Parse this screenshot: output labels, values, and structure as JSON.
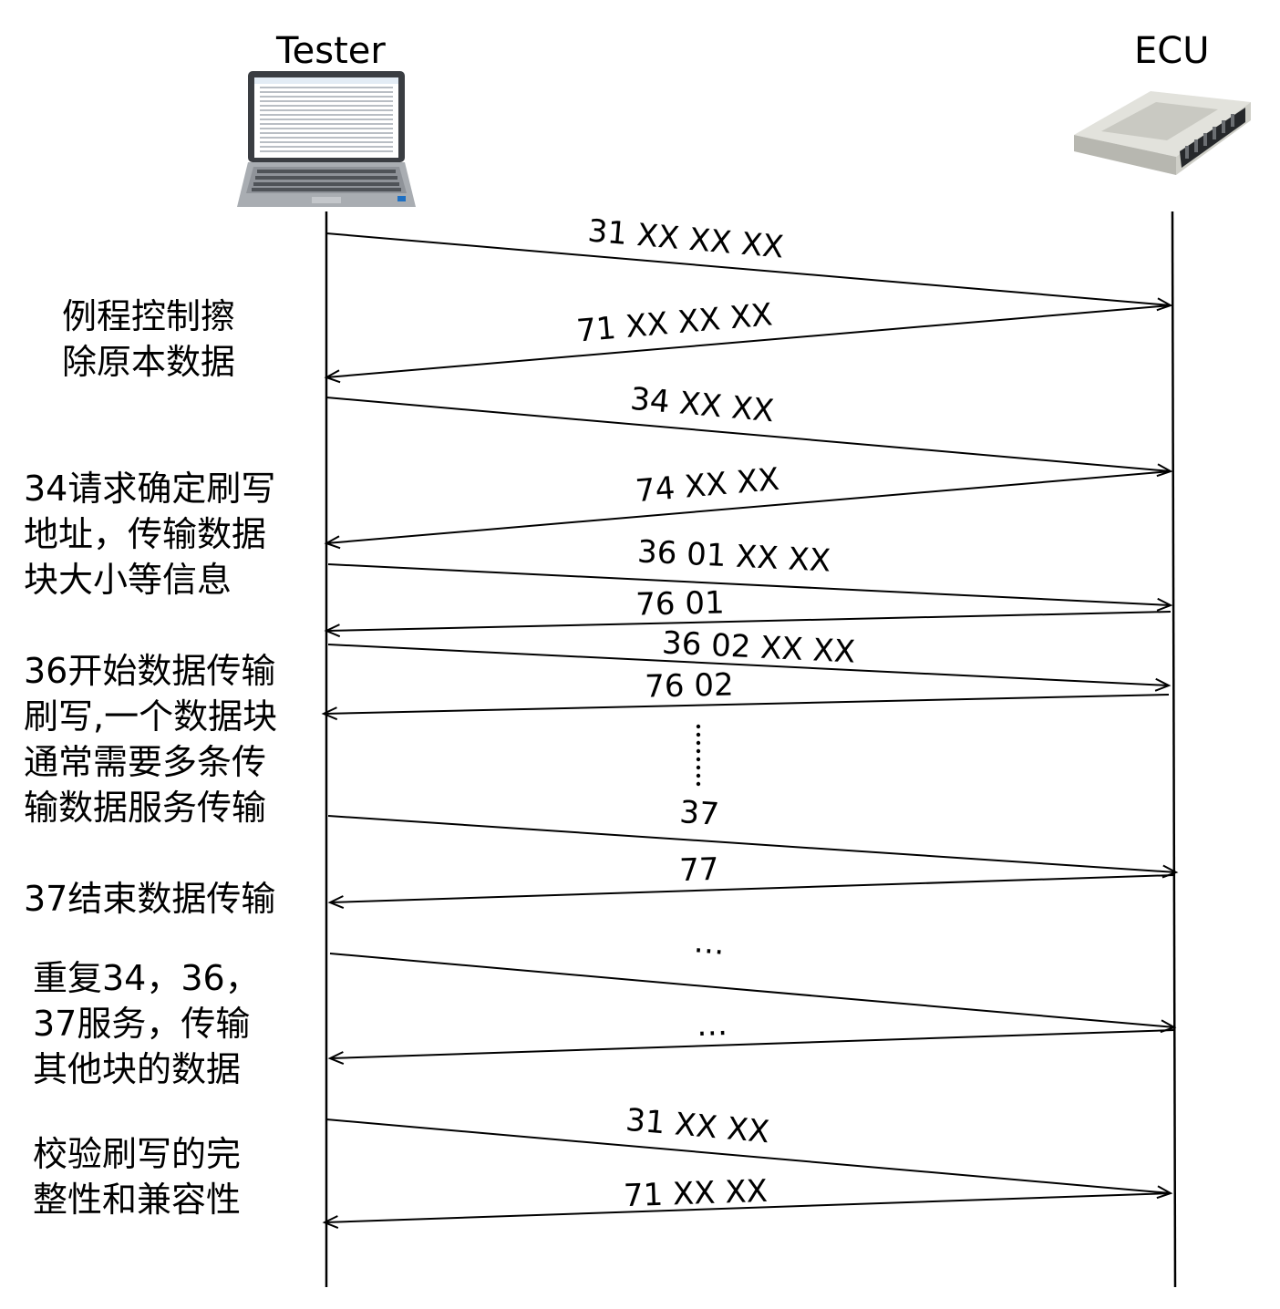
{
  "actors": {
    "tester": {
      "label": "Tester",
      "icon": "laptop-icon"
    },
    "ecu": {
      "label": "ECU",
      "icon": "ecu-module-icon"
    }
  },
  "notes": [
    {
      "lines": [
        "例程控制擦",
        "除原本数据"
      ]
    },
    {
      "lines": [
        "34请求确定刷写",
        "地址，传输数据",
        "块大小等信息"
      ]
    },
    {
      "lines": [
        "36开始数据传输",
        "刷写,一个数据块",
        "通常需要多条传",
        "输数据服务传输"
      ]
    },
    {
      "lines": [
        "37结束数据传输"
      ]
    },
    {
      "lines": [
        "重复34，36，",
        "37服务，传输",
        "其他块的数据"
      ]
    },
    {
      "lines": [
        "校验刷写的完",
        "整性和兼容性"
      ]
    }
  ],
  "messages": [
    {
      "label": "31 XX XX XX",
      "direction": "tester-to-ecu"
    },
    {
      "label": "71 XX XX XX",
      "direction": "ecu-to-tester"
    },
    {
      "label": "34 XX XX",
      "direction": "tester-to-ecu"
    },
    {
      "label": "74 XX XX",
      "direction": "ecu-to-tester"
    },
    {
      "label": "36 01 XX XX",
      "direction": "tester-to-ecu"
    },
    {
      "label": "76 01",
      "direction": "ecu-to-tester"
    },
    {
      "label": "36 02 XX XX",
      "direction": "tester-to-ecu"
    },
    {
      "label": "76 02",
      "direction": "ecu-to-tester"
    },
    {
      "label": "37",
      "direction": "tester-to-ecu"
    },
    {
      "label": "77",
      "direction": "ecu-to-tester"
    },
    {
      "label": "…",
      "direction": "tester-to-ecu"
    },
    {
      "label": "…",
      "direction": "ecu-to-tester"
    },
    {
      "label": "31 XX XX",
      "direction": "tester-to-ecu"
    },
    {
      "label": "71 XX XX",
      "direction": "ecu-to-tester"
    }
  ],
  "continuation": {
    "icon": "vertical-dots-icon"
  }
}
